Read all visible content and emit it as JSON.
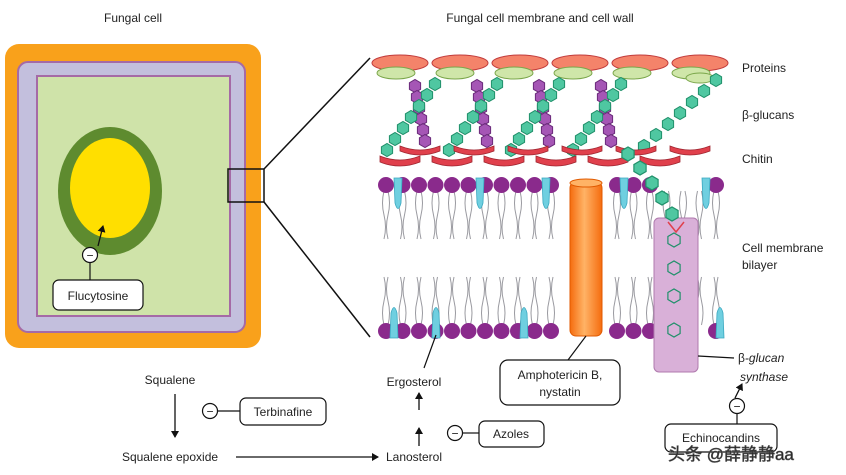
{
  "titles": {
    "left": "Fungal cell",
    "right": "Fungal cell membrane and cell wall"
  },
  "layer_labels": {
    "proteins": "Proteins",
    "glucans": "β-glucans",
    "chitin": "Chitin",
    "membrane_line1": "Cell membrane",
    "membrane_line2": "bilayer"
  },
  "enzyme_label": {
    "prefix": "β",
    "line1_rest": "-glucan",
    "line2": "synthase"
  },
  "drugs": {
    "flucytosine": "Flucytosine",
    "amphotericin_line1": "Amphotericin B,",
    "amphotericin_line2": "nystatin",
    "terbinafine": "Terbinafine",
    "azoles": "Azoles",
    "echinocandins": "Echinocandins"
  },
  "pathway": {
    "squalene": "Squalene",
    "squalene_epoxide": "Squalene epoxide",
    "lanosterol": "Lanosterol",
    "ergosterol": "Ergosterol"
  },
  "inhibit_symbol": "−",
  "watermark": "头条 @薛静静aa",
  "colors": {
    "cell_wall": "#f9a11b",
    "cell_membrane": "#c3bfdd",
    "cytoplasm": "#cfe3a9",
    "nucleus_ring": "#5e8b2f",
    "nucleus": "#ffdf00",
    "protein": "#f4836a",
    "protein_light": "#cfe6a9",
    "glucan_green": "#4fc7a1",
    "glucan_purple": "#a556b5",
    "chitin": "#e0404c",
    "lipid_head": "#8a2a8c",
    "ergosterol": "#6fcfe0",
    "amphotericin": "#f98a22",
    "synthase": "#d9b0d8"
  }
}
